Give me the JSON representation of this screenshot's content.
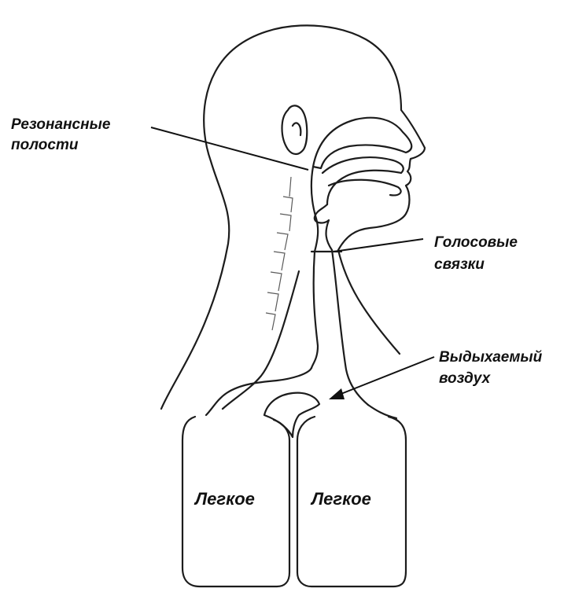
{
  "labels": {
    "resonance_line1": "Резонансные",
    "resonance_line2": "полости",
    "vocal_line1": "Голосовые",
    "vocal_line2": "связки",
    "exhaled_line1": "Выдыхаемый",
    "exhaled_line2": "воздух",
    "lung_left": "Легкое",
    "lung_right": "Легкое"
  },
  "colors": {
    "ink": "#1c1c1c",
    "background": "#ffffff"
  }
}
